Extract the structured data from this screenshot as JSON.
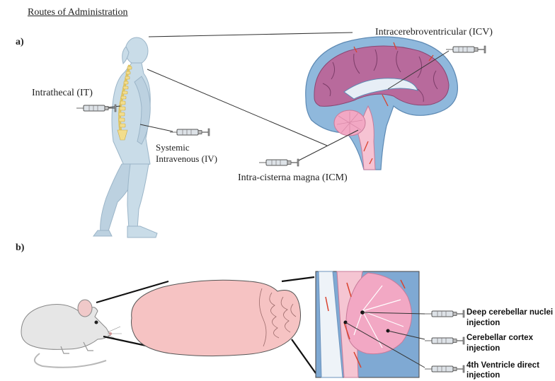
{
  "header": {
    "title": "Routes of Administration"
  },
  "panel_a": {
    "label": "a)",
    "routes": {
      "icv": "Intracerebroventricular (ICV)",
      "it": "Intrathecal (IT)",
      "iv_line1": "Systemic",
      "iv_line2": "Intravenous (IV)",
      "icm": "Intra-cisterna magna (ICM)"
    }
  },
  "panel_b": {
    "label": "b)",
    "injections": [
      {
        "line1": "Deep cerebellar nuclei",
        "line2": "injection"
      },
      {
        "line1": "Cerebellar cortex",
        "line2": "injection"
      },
      {
        "line1": "4th Ventricle direct",
        "line2": "injection"
      }
    ]
  },
  "colors": {
    "body_fill": "#c9dce8",
    "spine": "#f2dd8c",
    "brain_outer": "#8fb8dc",
    "cortex": "#b86a9c",
    "cerebellum": "#f2a8c4",
    "mouse_brain": "#f6c3c3",
    "syringe_barrel": "#d8dde2"
  },
  "icons": [
    "syringe-icon",
    "human-figure",
    "human-brain-sagittal",
    "mouse-icon",
    "mouse-brain",
    "cerebellum-closeup"
  ]
}
